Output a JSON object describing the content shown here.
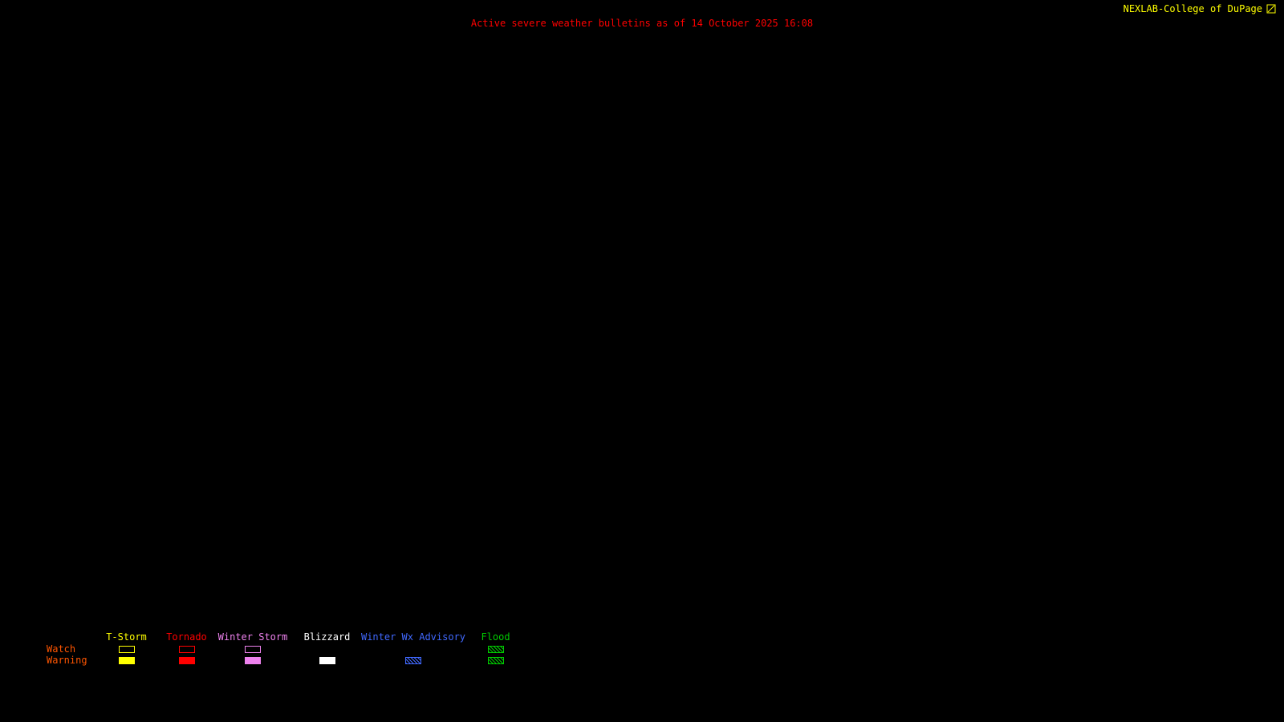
{
  "header": {
    "brand": "NEXLAB-College of DuPage",
    "brand_color": "#ffff00",
    "title": "Active severe weather bulletins as of 14 October 2025 16:08",
    "title_color": "#ff0000"
  },
  "legend": {
    "watch_label": "Watch",
    "warning_label": "Warning",
    "row_label_color": "#ff5500",
    "columns": [
      {
        "id": "t-storm",
        "label": "T-Storm",
        "color": "#ffff00",
        "watch": "outline",
        "warning": "solid"
      },
      {
        "id": "tornado",
        "label": "Tornado",
        "color": "#ff0000",
        "watch": "outline",
        "warning": "solid"
      },
      {
        "id": "winter-storm",
        "label": "Winter Storm",
        "color": "#ee82ee",
        "watch": "outline",
        "warning": "solid"
      },
      {
        "id": "blizzard",
        "label": "Blizzard",
        "color": "#ffffff",
        "watch": "none",
        "warning": "solid"
      },
      {
        "id": "winter-wx-advisory",
        "label": "Winter Wx Advisory",
        "color": "#4169ff",
        "watch": "none",
        "warning": "hatched"
      },
      {
        "id": "flood",
        "label": "Flood",
        "color": "#00cc00",
        "watch": "hatched",
        "warning": "hatched"
      }
    ]
  }
}
